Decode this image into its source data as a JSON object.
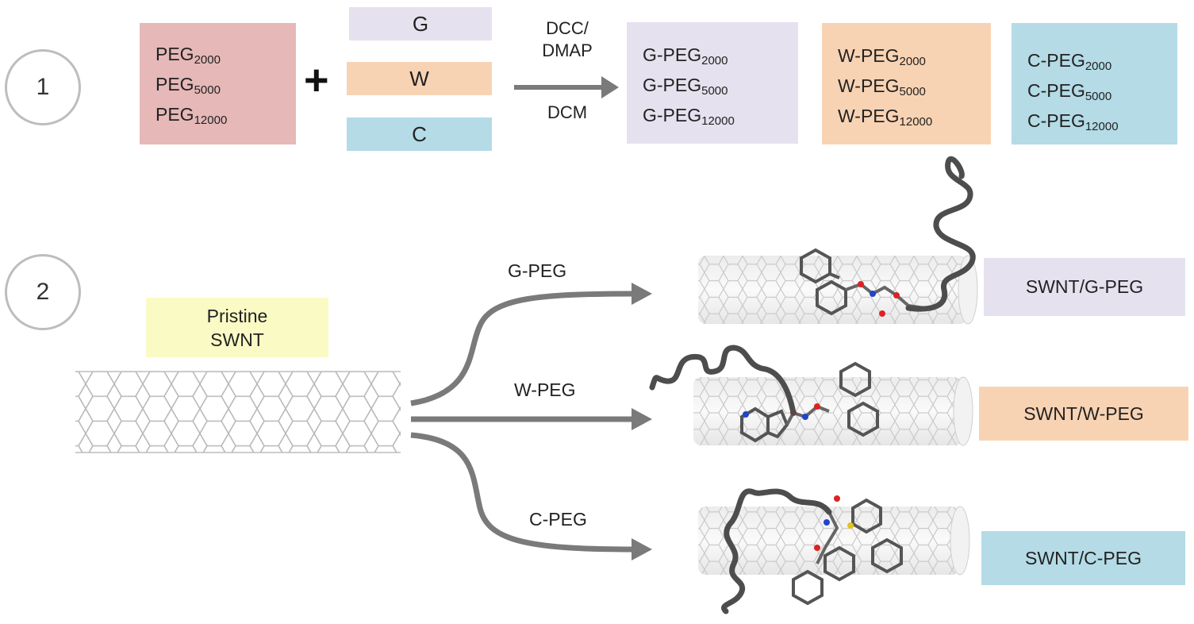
{
  "step1": {
    "number": "1",
    "peg_lines": [
      {
        "base": "PEG",
        "sub": "2000"
      },
      {
        "base": "PEG",
        "sub": "5000"
      },
      {
        "base": "PEG",
        "sub": "12000"
      }
    ],
    "plus": "+",
    "reagents": [
      {
        "label": "G",
        "color": "#e6e1ef"
      },
      {
        "label": "W",
        "color": "#f8d3b3"
      },
      {
        "label": "C",
        "color": "#b4dbe6"
      }
    ],
    "conditions_top": [
      "DCC/",
      "DMAP"
    ],
    "conditions_bottom": "DCM",
    "products": [
      {
        "color": "#e6e1ef",
        "lines": [
          {
            "base": "G-PEG",
            "sub": "2000"
          },
          {
            "base": "G-PEG",
            "sub": "5000"
          },
          {
            "base": "G-PEG",
            "sub": "12000"
          }
        ]
      },
      {
        "color": "#f8d3b3",
        "lines": [
          {
            "base": "W-PEG",
            "sub": "2000"
          },
          {
            "base": "W-PEG",
            "sub": "5000"
          },
          {
            "base": "W-PEG",
            "sub": "12000"
          }
        ]
      },
      {
        "color": "#b4dbe6",
        "lines": [
          {
            "base": "C-PEG",
            "sub": "2000"
          },
          {
            "base": "C-PEG",
            "sub": "5000"
          },
          {
            "base": "C-PEG",
            "sub": "12000"
          }
        ]
      }
    ],
    "peg_color": "#e6b8b8"
  },
  "step2": {
    "number": "2",
    "pristine_lines": [
      "Pristine",
      "SWNT"
    ],
    "pristine_color": "#fafac5",
    "paths": [
      {
        "label": "G-PEG",
        "product": "SWNT/G-PEG",
        "color": "#e6e1ef"
      },
      {
        "label": "W-PEG",
        "product": "SWNT/W-PEG",
        "color": "#f8d3b3"
      },
      {
        "label": "C-PEG",
        "product": "SWNT/C-PEG",
        "color": "#b4dbe6"
      }
    ]
  }
}
